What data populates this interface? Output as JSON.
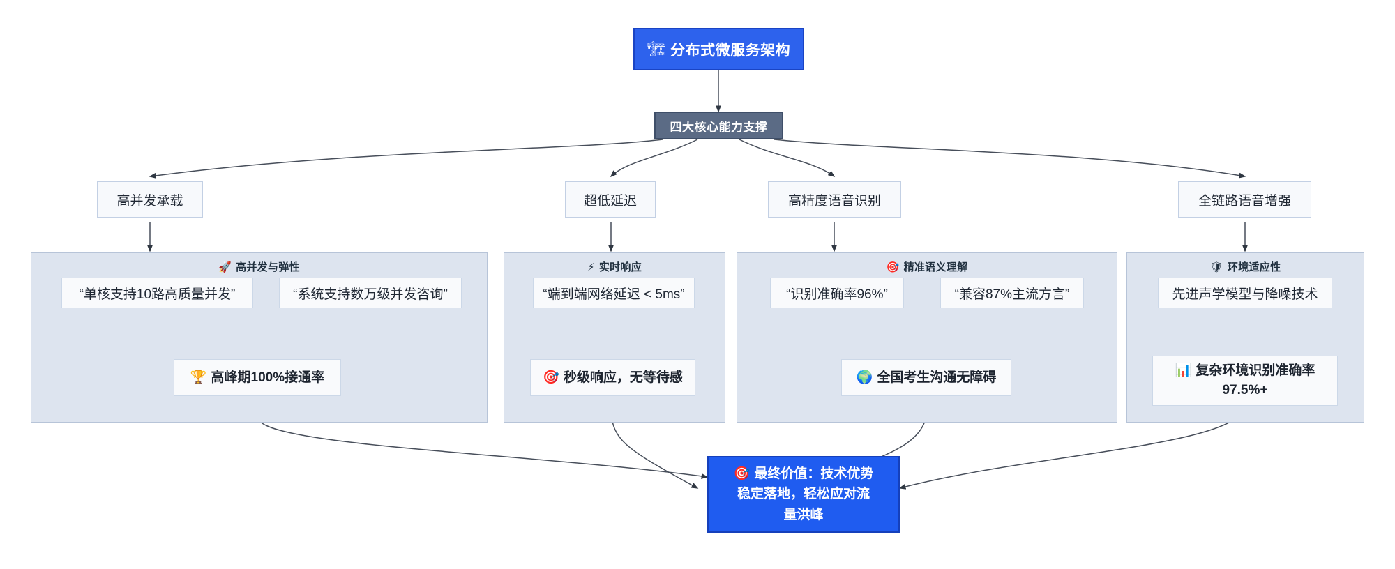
{
  "diagram": {
    "title_node": {
      "icon": "construction-crane-icon",
      "emoji": "🏗",
      "label": "分布式微服务架构"
    },
    "hub_node": {
      "label": "四大核心能力支撑"
    },
    "capabilities": [
      {
        "id": "cap-high-concurrency",
        "label": "高并发承载"
      },
      {
        "id": "cap-ultra-low-latency",
        "label": "超低延迟"
      },
      {
        "id": "cap-high-accuracy-asr",
        "label": "高精度语音识别"
      },
      {
        "id": "cap-full-chain-enhance",
        "label": "全链路语音增强"
      }
    ],
    "clusters": [
      {
        "id": "cluster-elasticity",
        "icon": "rocket-icon",
        "emoji": "🚀",
        "title": "高并发与弹性",
        "leaves": [
          {
            "id": "leaf-single-core",
            "label": "“单核支持10路高质量并发”"
          },
          {
            "id": "leaf-tens-thousands",
            "label": "“系统支持数万级并发咨询”"
          }
        ],
        "outcome": {
          "id": "outcome-peak-connect",
          "icon": "trophy-icon",
          "emoji": "🏆",
          "label": "高峰期100%接通率"
        }
      },
      {
        "id": "cluster-realtime",
        "icon": "lightning-bolt-icon",
        "emoji": "⚡",
        "title": "实时响应",
        "leaves": [
          {
            "id": "leaf-e2e-latency",
            "label": "“端到端网络延迟 < 5ms”"
          }
        ],
        "outcome": {
          "id": "outcome-second-response",
          "icon": "dart-target-icon",
          "emoji": "🎯",
          "label": "秒级响应，无等待感"
        }
      },
      {
        "id": "cluster-semantics",
        "icon": "dart-target-icon",
        "emoji": "🎯",
        "title": "精准语义理解",
        "leaves": [
          {
            "id": "leaf-accuracy-96",
            "label": "“识别准确率96%”"
          },
          {
            "id": "leaf-dialect-87",
            "label": "“兼容87%主流方言”"
          }
        ],
        "outcome": {
          "id": "outcome-nationwide",
          "icon": "globe-icon",
          "emoji": "🌍",
          "label": "全国考生沟通无障碍"
        }
      },
      {
        "id": "cluster-environment",
        "icon": "shield-icon",
        "emoji": "🛡",
        "title": "环境适应性",
        "leaves": [
          {
            "id": "leaf-acoustic-model",
            "label": "先进声学模型与降噪技术"
          }
        ],
        "outcome": {
          "id": "outcome-complex-env",
          "icon": "bar-chart-icon",
          "emoji": "📊",
          "label_line1": "复杂环境识别准确率",
          "label_line2": "97.5%+"
        }
      }
    ],
    "final_node": {
      "icon": "dart-target-icon",
      "emoji": "🎯",
      "line1": "最终价值：技术优势",
      "line2": "稳定落地，轻松应对流",
      "line3": "量洪峰"
    },
    "colors": {
      "root_fill": "#2d62ed",
      "hub_fill": "#5b6b85",
      "cluster_fill": "#dde4ef",
      "node_fill": "#f9fafc",
      "final_fill": "#1f5cf0",
      "edge_stroke": "#333a45"
    }
  }
}
